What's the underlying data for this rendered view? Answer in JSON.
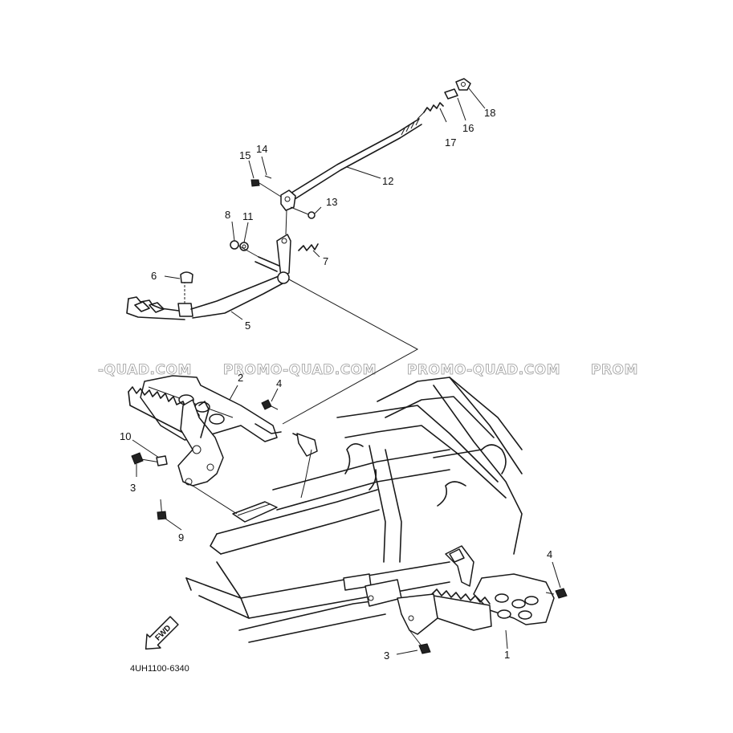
{
  "parts": [
    {
      "number": "1"
    },
    {
      "number": "2"
    },
    {
      "number": "3"
    },
    {
      "number": "3"
    },
    {
      "number": "4"
    },
    {
      "number": "4"
    },
    {
      "number": "5"
    },
    {
      "number": "6"
    },
    {
      "number": "7"
    },
    {
      "number": "8"
    },
    {
      "number": "9"
    },
    {
      "number": "10"
    },
    {
      "number": "11"
    },
    {
      "number": "12"
    },
    {
      "number": "13"
    },
    {
      "number": "14"
    },
    {
      "number": "15"
    },
    {
      "number": "16"
    },
    {
      "number": "17"
    },
    {
      "number": "18"
    }
  ],
  "watermarks": [
    "-QUAD.COM",
    "PROMO-QUAD.COM",
    "PROMO-QUAD.COM",
    "PROM"
  ],
  "fwd_arrow_label": "FWD",
  "drawing_code": "4UH1100-6340"
}
